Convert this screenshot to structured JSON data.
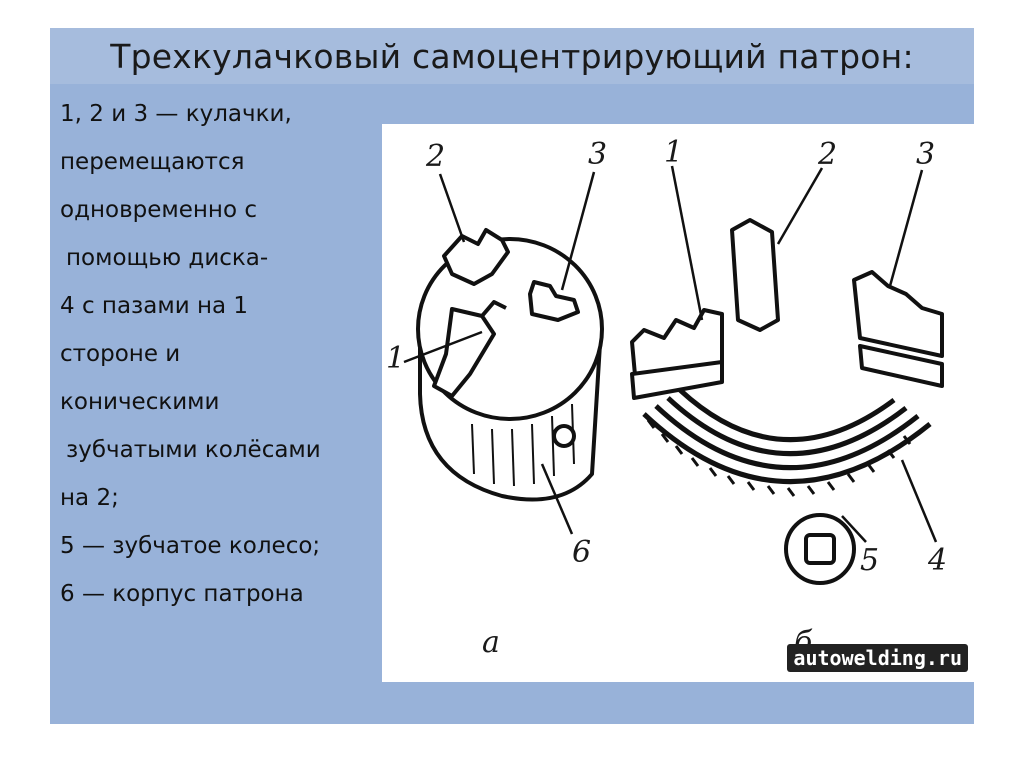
{
  "slide": {
    "title": "Трехкулачковый самоцентрирующий патрон:",
    "lines": [
      "1, 2 и 3 — кулачки,",
      "перемещаются",
      "одновременно с",
      " помощью диска-",
      "4 с пазами на 1",
      "стороне и",
      "коническими",
      " зубчатыми колёсами",
      "на 2;",
      "5 — зубчатое колесо;",
      "6 — корпус патрона"
    ]
  },
  "figure": {
    "left_labels": {
      "jaw2": "2",
      "jaw3": "3",
      "jaw1": "1",
      "body": "6",
      "caption": "а"
    },
    "right_labels": {
      "jaw1": "1",
      "jaw2": "2",
      "jaw3": "3",
      "gear": "5",
      "disk": "4",
      "caption": "б"
    },
    "watermark": "autowelding.ru"
  }
}
